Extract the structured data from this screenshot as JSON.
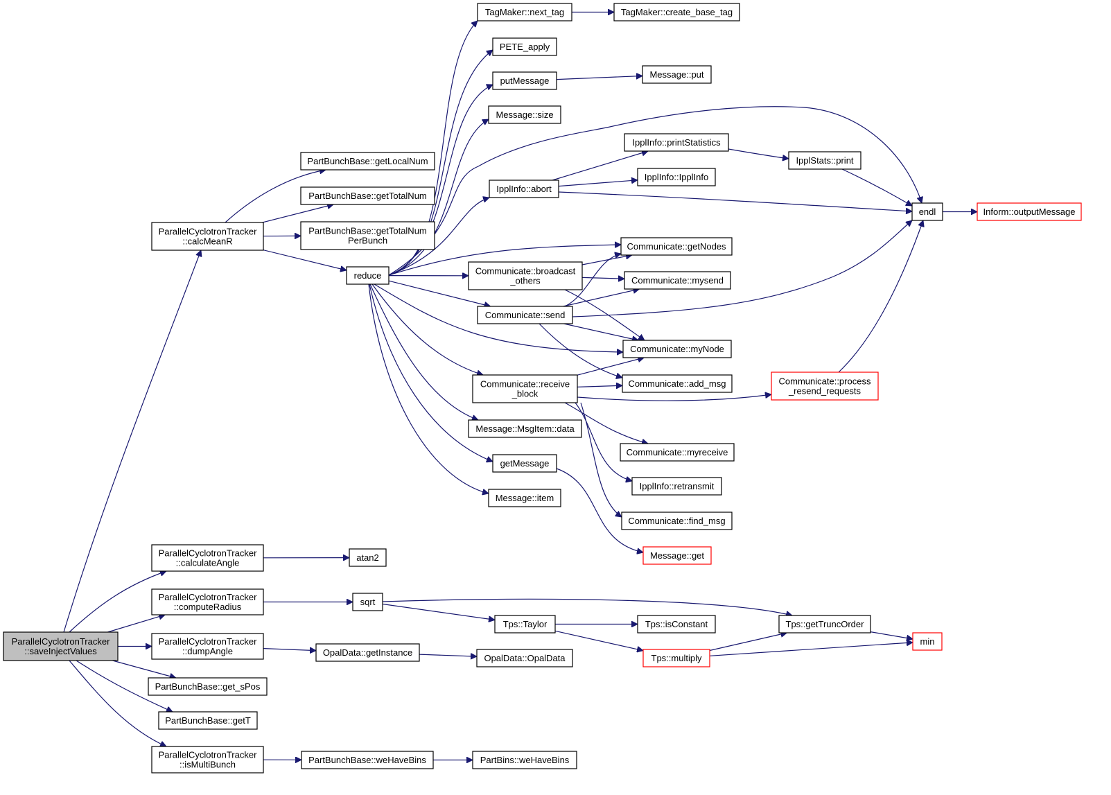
{
  "diagram": {
    "nodes": [
      {
        "id": "saveInject",
        "lines": [
          "ParallelCyclotronTracker",
          "::saveInjectValues"
        ],
        "style": "root"
      },
      {
        "id": "calcMeanR",
        "lines": [
          "ParallelCyclotronTracker",
          "::calcMeanR"
        ]
      },
      {
        "id": "calculateAngle",
        "lines": [
          "ParallelCyclotronTracker",
          "::calculateAngle"
        ]
      },
      {
        "id": "computeRadius",
        "lines": [
          "ParallelCyclotronTracker",
          "::computeRadius"
        ]
      },
      {
        "id": "dumpAngle",
        "lines": [
          "ParallelCyclotronTracker",
          "::dumpAngle"
        ]
      },
      {
        "id": "get_sPos",
        "lines": [
          "PartBunchBase::get_sPos"
        ]
      },
      {
        "id": "getT",
        "lines": [
          "PartBunchBase::getT"
        ]
      },
      {
        "id": "isMultiBunch",
        "lines": [
          "ParallelCyclotronTracker",
          "::isMultiBunch"
        ]
      },
      {
        "id": "getLocalNum",
        "lines": [
          "PartBunchBase::getLocalNum"
        ]
      },
      {
        "id": "getTotalNum",
        "lines": [
          "PartBunchBase::getTotalNum"
        ]
      },
      {
        "id": "getTotalNumPerBunch",
        "lines": [
          "PartBunchBase::getTotalNum",
          "PerBunch"
        ]
      },
      {
        "id": "reduce",
        "lines": [
          "reduce"
        ]
      },
      {
        "id": "atan2",
        "lines": [
          "atan2"
        ]
      },
      {
        "id": "sqrt",
        "lines": [
          "sqrt"
        ]
      },
      {
        "id": "getInstance",
        "lines": [
          "OpalData::getInstance"
        ]
      },
      {
        "id": "weHaveBinsPB",
        "lines": [
          "PartBunchBase::weHaveBins"
        ]
      },
      {
        "id": "weHaveBins",
        "lines": [
          "PartBins::weHaveBins"
        ]
      },
      {
        "id": "next_tag",
        "lines": [
          "TagMaker::next_tag"
        ]
      },
      {
        "id": "create_base_tag",
        "lines": [
          "TagMaker::create_base_tag"
        ]
      },
      {
        "id": "PETE_apply",
        "lines": [
          "PETE_apply"
        ]
      },
      {
        "id": "putMessage",
        "lines": [
          "putMessage"
        ]
      },
      {
        "id": "msgPut",
        "lines": [
          "Message::put"
        ]
      },
      {
        "id": "msgSize",
        "lines": [
          "Message::size"
        ]
      },
      {
        "id": "abort",
        "lines": [
          "IpplInfo::abort"
        ]
      },
      {
        "id": "printStatistics",
        "lines": [
          "IpplInfo::printStatistics"
        ]
      },
      {
        "id": "ipplInfoCtor",
        "lines": [
          "IpplInfo::IpplInfo"
        ]
      },
      {
        "id": "ipplStatsPrint",
        "lines": [
          "IpplStats::print"
        ]
      },
      {
        "id": "endl",
        "lines": [
          "endl"
        ]
      },
      {
        "id": "outputMessage",
        "lines": [
          "Inform::outputMessage"
        ],
        "style": "red"
      },
      {
        "id": "getNodes",
        "lines": [
          "Communicate::getNodes"
        ]
      },
      {
        "id": "broadcastOthers",
        "lines": [
          "Communicate::broadcast",
          "_others"
        ]
      },
      {
        "id": "mysend",
        "lines": [
          "Communicate::mysend"
        ]
      },
      {
        "id": "send",
        "lines": [
          "Communicate::send"
        ]
      },
      {
        "id": "myNode",
        "lines": [
          "Communicate::myNode"
        ]
      },
      {
        "id": "receiveBlock",
        "lines": [
          "Communicate::receive",
          "_block"
        ]
      },
      {
        "id": "addMsg",
        "lines": [
          "Communicate::add_msg"
        ]
      },
      {
        "id": "processResend",
        "lines": [
          "Communicate::process",
          "_resend_requests"
        ],
        "style": "red"
      },
      {
        "id": "msgItemData",
        "lines": [
          "Message::MsgItem::data"
        ]
      },
      {
        "id": "myreceive",
        "lines": [
          "Communicate::myreceive"
        ]
      },
      {
        "id": "getMessage",
        "lines": [
          "getMessage"
        ]
      },
      {
        "id": "retransmit",
        "lines": [
          "IpplInfo::retransmit"
        ]
      },
      {
        "id": "msgItem",
        "lines": [
          "Message::item"
        ]
      },
      {
        "id": "findMsg",
        "lines": [
          "Communicate::find_msg"
        ]
      },
      {
        "id": "msgGet",
        "lines": [
          "Message::get"
        ],
        "style": "red"
      },
      {
        "id": "tpsTaylor",
        "lines": [
          "Tps::Taylor"
        ]
      },
      {
        "id": "getTruncOrder",
        "lines": [
          "Tps::getTruncOrder"
        ]
      },
      {
        "id": "isConstant",
        "lines": [
          "Tps::isConstant"
        ]
      },
      {
        "id": "min",
        "lines": [
          "min"
        ],
        "style": "red"
      },
      {
        "id": "multiply",
        "lines": [
          "Tps::multiply"
        ],
        "style": "red"
      },
      {
        "id": "opalDataCtor",
        "lines": [
          "OpalData::OpalData"
        ]
      }
    ],
    "edges": [
      [
        "saveInject",
        "calcMeanR"
      ],
      [
        "saveInject",
        "calculateAngle"
      ],
      [
        "saveInject",
        "computeRadius"
      ],
      [
        "saveInject",
        "dumpAngle"
      ],
      [
        "saveInject",
        "get_sPos"
      ],
      [
        "saveInject",
        "getT"
      ],
      [
        "saveInject",
        "isMultiBunch"
      ],
      [
        "calcMeanR",
        "getLocalNum"
      ],
      [
        "calcMeanR",
        "getTotalNum"
      ],
      [
        "calcMeanR",
        "getTotalNumPerBunch"
      ],
      [
        "calcMeanR",
        "reduce"
      ],
      [
        "calculateAngle",
        "atan2"
      ],
      [
        "computeRadius",
        "sqrt"
      ],
      [
        "dumpAngle",
        "getInstance"
      ],
      [
        "isMultiBunch",
        "weHaveBinsPB"
      ],
      [
        "weHaveBinsPB",
        "weHaveBins"
      ],
      [
        "reduce",
        "next_tag"
      ],
      [
        "reduce",
        "PETE_apply"
      ],
      [
        "reduce",
        "putMessage"
      ],
      [
        "reduce",
        "msgSize"
      ],
      [
        "reduce",
        "endl"
      ],
      [
        "reduce",
        "abort"
      ],
      [
        "reduce",
        "getNodes"
      ],
      [
        "reduce",
        "broadcastOthers"
      ],
      [
        "reduce",
        "send"
      ],
      [
        "reduce",
        "myNode"
      ],
      [
        "reduce",
        "receiveBlock"
      ],
      [
        "reduce",
        "msgItemData"
      ],
      [
        "reduce",
        "getMessage"
      ],
      [
        "reduce",
        "msgItem"
      ],
      [
        "next_tag",
        "create_base_tag"
      ],
      [
        "putMessage",
        "msgPut"
      ],
      [
        "abort",
        "printStatistics"
      ],
      [
        "abort",
        "ipplInfoCtor"
      ],
      [
        "abort",
        "endl"
      ],
      [
        "printStatistics",
        "ipplStatsPrint"
      ],
      [
        "ipplStatsPrint",
        "endl"
      ],
      [
        "endl",
        "outputMessage"
      ],
      [
        "broadcastOthers",
        "getNodes"
      ],
      [
        "broadcastOthers",
        "mysend"
      ],
      [
        "broadcastOthers",
        "myNode"
      ],
      [
        "send",
        "getNodes"
      ],
      [
        "send",
        "mysend"
      ],
      [
        "send",
        "myNode"
      ],
      [
        "send",
        "addMsg"
      ],
      [
        "send",
        "endl"
      ],
      [
        "receiveBlock",
        "myNode"
      ],
      [
        "receiveBlock",
        "addMsg"
      ],
      [
        "receiveBlock",
        "processResend"
      ],
      [
        "receiveBlock",
        "myreceive"
      ],
      [
        "receiveBlock",
        "retransmit"
      ],
      [
        "receiveBlock",
        "findMsg"
      ],
      [
        "processResend",
        "endl"
      ],
      [
        "getMessage",
        "msgGet"
      ],
      [
        "sqrt",
        "tpsTaylor"
      ],
      [
        "sqrt",
        "getTruncOrder"
      ],
      [
        "tpsTaylor",
        "isConstant"
      ],
      [
        "tpsTaylor",
        "multiply"
      ],
      [
        "getTruncOrder",
        "min"
      ],
      [
        "multiply",
        "getTruncOrder"
      ],
      [
        "multiply",
        "min"
      ],
      [
        "getInstance",
        "opalDataCtor"
      ]
    ]
  }
}
